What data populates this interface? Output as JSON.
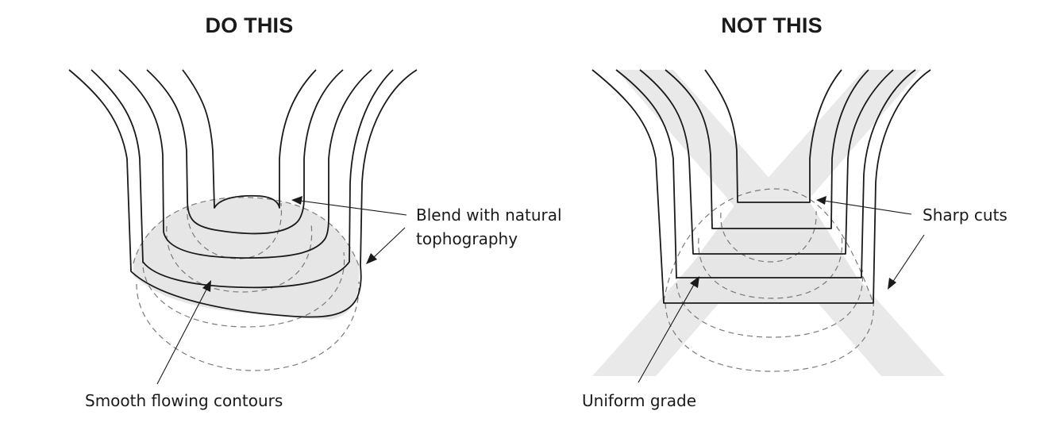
{
  "panels": {
    "left": {
      "title": "DO THIS",
      "callout_top": [
        "Blend with natural",
        "tophography"
      ],
      "callout_bottom": "Smooth flowing contours"
    },
    "right": {
      "title": "NOT THIS",
      "callout_top": "Sharp cuts",
      "callout_bottom": "Uniform grade"
    }
  },
  "colors": {
    "ink": "#1a1a1a",
    "fill": "#e6e6e6",
    "cross": "#e9e9e9",
    "dash": "#7a7a7a"
  }
}
